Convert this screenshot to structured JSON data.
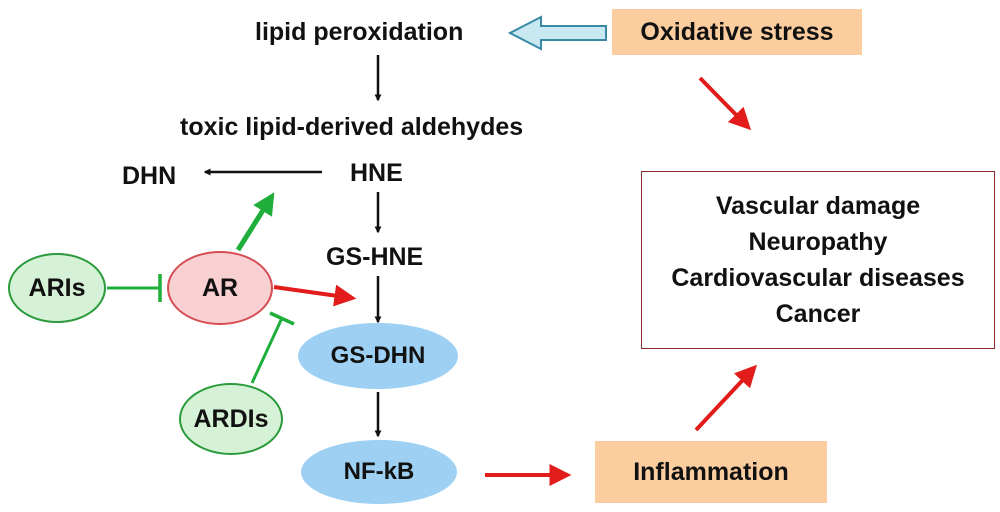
{
  "nodes": {
    "lipid_peroxidation": "lipid peroxidation",
    "oxidative_stress": "Oxidative stress",
    "toxic_aldehydes": "toxic lipid-derived aldehydes",
    "hne": "HNE",
    "dhn": "DHN",
    "gs_hne": "GS-HNE",
    "aris": "ARIs",
    "ar": "AR",
    "gs_dhn": "GS-DHN",
    "ardis": "ARDIs",
    "nfkb": "NF-kB",
    "inflammation": "Inflammation"
  },
  "outcomes": [
    "Vascular damage",
    "Neuropathy",
    "Cardiovascular diseases",
    "Cancer"
  ],
  "colors": {
    "stress_box": "#fbcd9f",
    "ar_fill": "#f8d0d2",
    "ar_stroke": "#d64c52",
    "inhibitor_fill": "#d6f2d6",
    "inhibitor_stroke": "#2a9a3a",
    "blue_node": "#9dd0f2",
    "red_arrow": "#e21b1b",
    "green_arrow": "#1fae3a",
    "hollow_arrow_fill": "#c8e8f2",
    "hollow_arrow_stroke": "#3a8aa6",
    "outcome_border": "#8a2a2a"
  }
}
